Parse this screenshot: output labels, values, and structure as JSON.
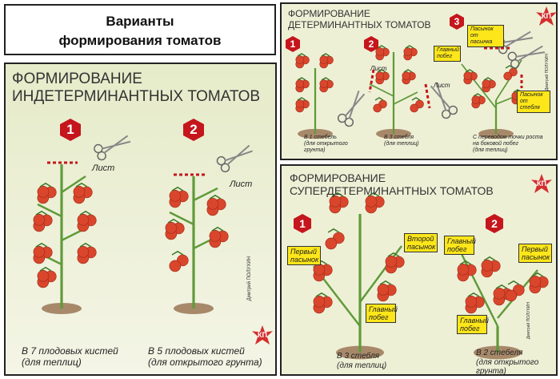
{
  "title": {
    "line1": "Варианты",
    "line2": "формирования томатов"
  },
  "indeterminate": {
    "heading1": "Формирование",
    "heading2": "индетерминантных томатов",
    "badges": [
      "1",
      "2"
    ],
    "leaf": "Лист",
    "captions": [
      {
        "l1": "В 7 плодовых кистей",
        "l2": "(для теплиц)"
      },
      {
        "l1": "В 5 плодовых кистей",
        "l2": "(для открытого грунта)"
      }
    ],
    "author": "Дмитрий ПОЛУХИН",
    "logo": "КП"
  },
  "determinate": {
    "heading1": "Формирование",
    "heading2": "детерминантных томатов",
    "badges": [
      "1",
      "2",
      "3"
    ],
    "leaf": "Лист",
    "tags": {
      "main": "Главный побег",
      "stepson_of_stepson": "Пасынок от пасынка",
      "stepson_of_stem": "Пасынок от стебля"
    },
    "captions": [
      {
        "l1": "В 1 стебель",
        "l2": "(для открытого",
        "l3": "грунта)"
      },
      {
        "l1": "В 3 стебля",
        "l2": "(для теплиц)"
      },
      {
        "l1": "С переводом точки роста",
        "l2": "на боковой побег",
        "l3": "(для теплиц)"
      }
    ],
    "author": "Дмитрий ПОЛУХИН",
    "logo": "КП"
  },
  "superdeterminate": {
    "heading1": "Формирование",
    "heading2": "супердетерминантных томатов",
    "badges": [
      "1",
      "2"
    ],
    "tags": {
      "first": "Первый пасынок",
      "second": "Второй пасынок",
      "main": "Главный побег",
      "main2_top": "Главный побег",
      "first2": "Первый пасынок",
      "main2": "Главный побег"
    },
    "captions": [
      {
        "l1": "В 3 стебля",
        "l2": "(для теплиц)"
      },
      {
        "l1": "В 2 стебеля",
        "l2": "(для открытого",
        "l3": "грунта)"
      }
    ],
    "author": "Дмитрий ПОЛУХИН",
    "logo": "КП"
  },
  "colors": {
    "tomato": "#d9462c",
    "stem": "#5f9a3a",
    "soil": "#a7896a",
    "badge": "#c4161c",
    "tag": "#fde619"
  }
}
